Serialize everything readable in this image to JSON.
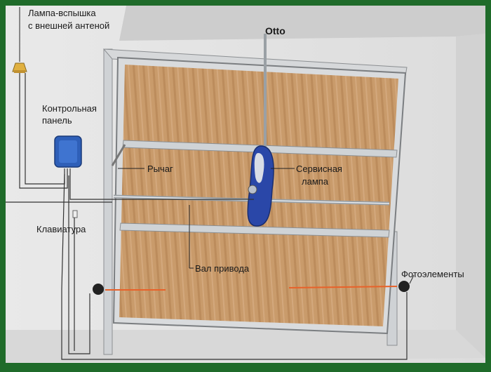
{
  "labels": {
    "flash_lamp_line1": "Лампа-вспышка",
    "flash_lamp_line2": "с внешней антеной",
    "brand": "Otto",
    "control_panel_line1": "Контрольная",
    "control_panel_line2": "панель",
    "lever": "Рычаг",
    "service_lamp_line1": "Сервисная",
    "service_lamp_line2": "лампа",
    "keypad": "Клавиатура",
    "drive_shaft": "Вал привода",
    "photocells": "Фотоэлементы"
  },
  "colors": {
    "frame_border": "#1f6b2a",
    "wall": "#e6e6e6",
    "ceiling": "#cfcfcf",
    "door_wood": "#c79a6a",
    "door_frame": "#d6d8da",
    "control_panel": "#2e5fb8",
    "motor": "#2a47a8",
    "photo_beam": "#e8622a",
    "wire": "#333333"
  }
}
